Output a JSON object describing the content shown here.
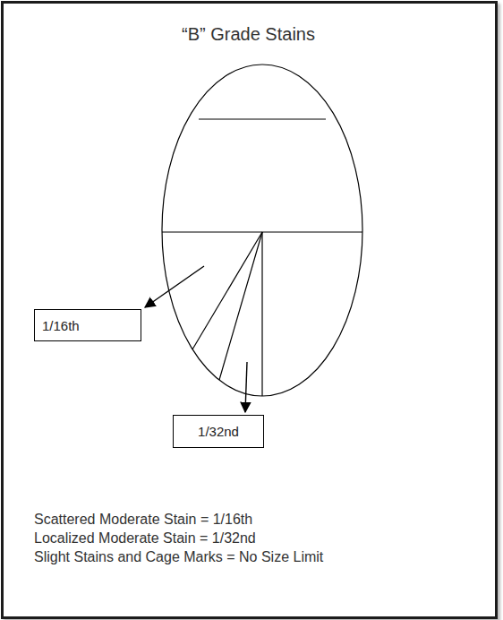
{
  "diagram": {
    "title": "“B” Grade Stains",
    "nodes": [
      {
        "text": [
          "1/16th"
        ]
      },
      {
        "text": [
          "1/32nd"
        ]
      }
    ],
    "labels": [
      "Scattered Moderate Stain = 1/16th",
      "Localized Moderate Stain = 1/32nd",
      "Slight Stains and Cage Marks = No Size Limit"
    ]
  }
}
